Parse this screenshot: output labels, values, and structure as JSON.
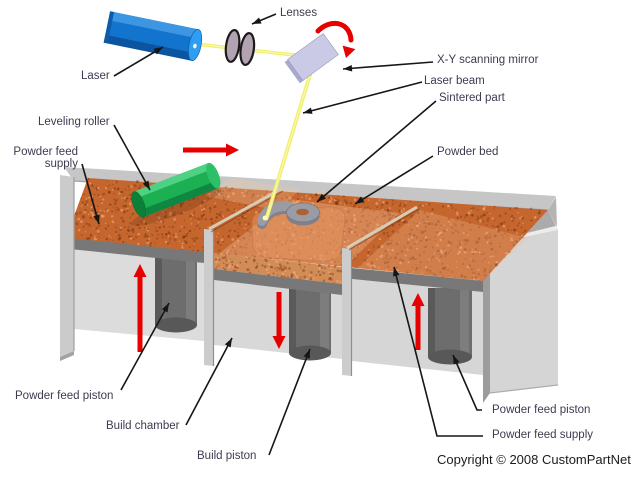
{
  "diagram": {
    "labels": {
      "lenses": "Lenses",
      "laser": "Laser",
      "xy_scanning_mirror": "X-Y scanning mirror",
      "laser_beam": "Laser beam",
      "sintered_part": "Sintered part",
      "powder_bed": "Powder bed",
      "leveling_roller": "Leveling roller",
      "powder_feed_supply_left_line1": "Powder feed",
      "powder_feed_supply_left_line2": "supply",
      "powder_feed_piston_left": "Powder feed piston",
      "build_chamber": "Build chamber",
      "build_piston": "Build piston",
      "powder_feed_piston_right": "Powder feed piston",
      "powder_feed_supply_right": "Powder feed supply"
    },
    "copyright": "Copyright © 2008 CustomPartNet",
    "arrows": {
      "red": [
        "roller-direction-right",
        "feed-piston-up-left",
        "build-piston-down",
        "feed-piston-up-right",
        "mirror-rotation"
      ],
      "black_leader_lines": 13
    },
    "colors": {
      "powder_orange": "#c4662e",
      "laser_blue": "#1274cc",
      "roller_green": "#1db053",
      "beam_yellow": "#f1ee6e",
      "arrow_red": "#e60000",
      "metal_gray": "#d5d5d5",
      "piston_gray": "#6d6d6d",
      "mirror_lavender": "#cacae6",
      "label_text": "#3c3c50"
    }
  }
}
